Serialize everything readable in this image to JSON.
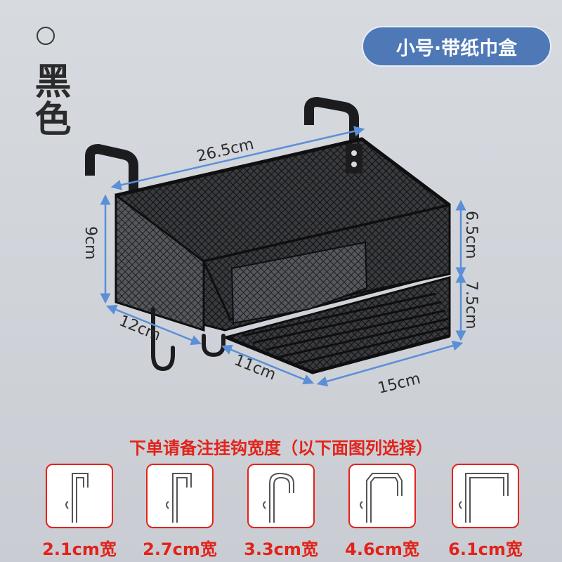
{
  "color_name": "黑色",
  "badge": "小号·带纸巾盒",
  "dimensions": {
    "width": "26.5cm",
    "height": "9cm",
    "depth_left": "12cm",
    "depth_right": "11cm",
    "length_bottom": "15cm",
    "upper_height": "6.5cm",
    "lower_height": "7.5cm"
  },
  "hint": "下单请备注挂钩宽度（以下面图列选择）",
  "hook_options": [
    {
      "label": "2.1cm宽"
    },
    {
      "label": "2.7cm宽"
    },
    {
      "label": "3.3cm宽"
    },
    {
      "label": "4.6cm宽"
    },
    {
      "label": "6.1cm宽"
    }
  ],
  "colors": {
    "accent_blue": "#4e78b6",
    "dimension_blue": "#5b8fd6",
    "highlight_red": "#e2231a",
    "product_black": "#1c1c1e"
  },
  "icons": {
    "radio": "circle-outline-icon",
    "hook": "hook-icon"
  }
}
